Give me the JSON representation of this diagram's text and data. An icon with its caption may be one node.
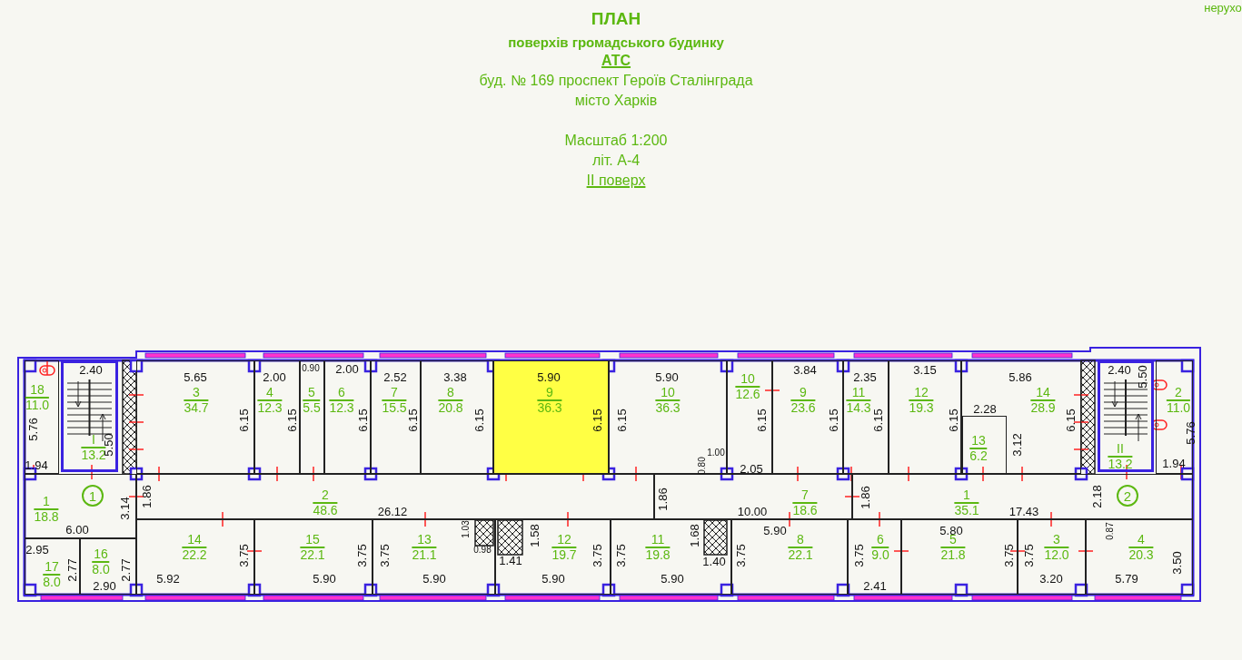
{
  "diagram": {
    "title": "ПЛАН",
    "nodes": [
      {
        "text": [
          "18",
          "11.0"
        ]
      },
      {
        "text": [
          "I",
          "13.2"
        ]
      },
      {
        "text": [
          "3",
          "34.7"
        ]
      },
      {
        "text": [
          "4",
          "12.3"
        ]
      },
      {
        "text": [
          "5",
          "5.5"
        ]
      },
      {
        "text": [
          "6",
          "12.3"
        ]
      },
      {
        "text": [
          "7",
          "15.5"
        ]
      },
      {
        "text": [
          "8",
          "20.8"
        ]
      },
      {
        "text": [
          "9",
          "36.3"
        ]
      },
      {
        "text": [
          "10",
          "36.3"
        ]
      },
      {
        "text": [
          "10",
          "12.6"
        ]
      },
      {
        "text": [
          "9",
          "23.6"
        ]
      },
      {
        "text": [
          "11",
          "14.3"
        ]
      },
      {
        "text": [
          "12",
          "19.3"
        ]
      },
      {
        "text": [
          "14",
          "28.9"
        ]
      },
      {
        "text": [
          "13",
          "6.2"
        ],
        "in": 14
      },
      {
        "text": [
          "II",
          "13.2"
        ]
      },
      {
        "text": [
          "2",
          "11.0"
        ]
      },
      {
        "text": [
          "1",
          "18.8"
        ]
      },
      {
        "text": [
          "1"
        ],
        "in": 18
      },
      {
        "text": [
          "2",
          "48.6"
        ]
      },
      {
        "text": [
          "7",
          "18.6"
        ]
      },
      {
        "text": [
          "1",
          "35.1"
        ]
      },
      {
        "text": [
          "2"
        ],
        "in": 22
      },
      {
        "text": [
          "14",
          "22.2"
        ]
      },
      {
        "text": [
          "15",
          "22.1"
        ]
      },
      {
        "text": [
          "13",
          "21.1"
        ]
      },
      {
        "text": [
          "12",
          "19.7"
        ]
      },
      {
        "text": [
          "11",
          "19.8"
        ]
      },
      {
        "text": [
          "8",
          "22.1"
        ]
      },
      {
        "text": [
          "6",
          "9.0"
        ]
      },
      {
        "text": [
          "5",
          "21.8"
        ]
      },
      {
        "text": [
          "3",
          "12.0"
        ]
      },
      {
        "text": [
          "4",
          "20.3"
        ]
      },
      {
        "text": [
          "17",
          "8.0"
        ]
      },
      {
        "text": [
          "16",
          "8.0"
        ]
      }
    ],
    "edges": [],
    "labels": [
      "поверхів громадського будинку",
      "АТС",
      "буд. № 169 проспект Героїв Сталінграда",
      "місто Харків",
      "Масштаб 1:200",
      "літ. А-4",
      "II поверх",
      "нерухо",
      "2.40",
      "5.65",
      "2.00",
      "0.90",
      "2.00",
      "2.52",
      "3.38",
      "5.90",
      "5.90",
      "3.84",
      "2.35",
      "3.15",
      "5.86",
      "2.40",
      "5.50",
      "5.76",
      "5.50",
      "6.15",
      "6.15",
      "6.15",
      "6.15",
      "6.15",
      "6.15",
      "6.15",
      "6.15",
      "6.15",
      "6.15",
      "6.15",
      "2.28",
      "3.12",
      "6.15",
      "5.76",
      "1.94",
      "0.80",
      "1.00",
      "2.05",
      "1.94",
      "3.14",
      "1.86",
      "26.12",
      "1.86",
      "10.00",
      "1.86",
      "17.43",
      "2.18",
      "6.00",
      "1.03",
      "1.58",
      "1.68",
      "5.90",
      "5.80",
      "0.87",
      "2.95",
      "2.77",
      "2.77",
      "3.75",
      "3.75",
      "3.75",
      "0.98",
      "1.41",
      "3.75",
      "3.75",
      "1.40",
      "3.75",
      "3.75",
      "3.75",
      "3.75",
      "3.50",
      "2.90",
      "5.92",
      "5.90",
      "5.90",
      "5.90",
      "5.90",
      "2.41",
      "3.20",
      "5.79"
    ]
  }
}
